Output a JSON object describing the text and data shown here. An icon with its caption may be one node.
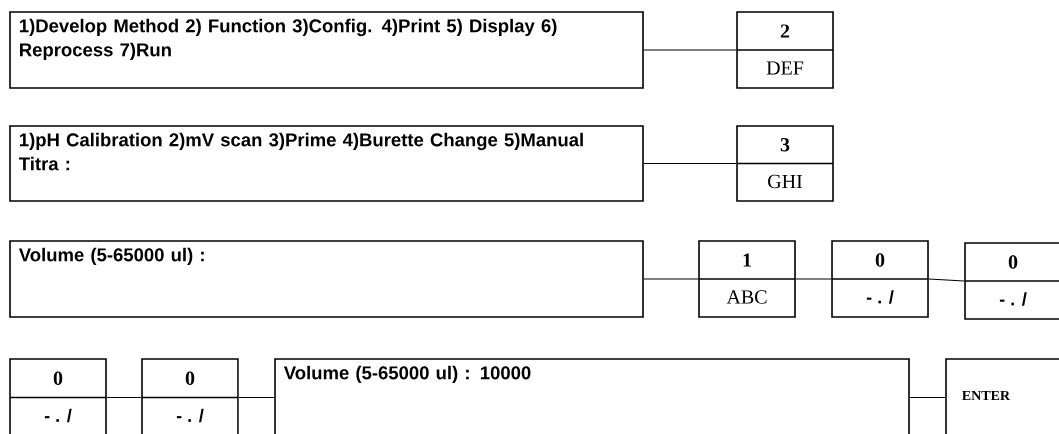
{
  "diagram": {
    "nodes": [
      {
        "text": [
          "1)Develop Method 2) Function 3)Config. 4)Print 5) Display 6) Reprocess 7)Run"
        ]
      },
      {
        "text": [
          "2",
          "DEF"
        ]
      },
      {
        "text": [
          "1)pH Calibration 2)mV scan 3)Prime 4)Burette Change 5)Manual Titra :"
        ]
      },
      {
        "text": [
          "3",
          "GHI"
        ]
      },
      {
        "text": [
          "Volume (5-65000 ul) :"
        ]
      },
      {
        "text": [
          "1",
          "ABC"
        ]
      },
      {
        "text": [
          "0",
          "- . /"
        ]
      },
      {
        "text": [
          "0",
          "- . /"
        ]
      },
      {
        "text": [
          "0",
          "- . /"
        ]
      },
      {
        "text": [
          "0",
          "- . /"
        ]
      },
      {
        "text": [
          "Volume (5-65000 ul) : 10000"
        ]
      },
      {
        "text": [
          "ENTER"
        ]
      }
    ],
    "edges": [
      {
        "from": 0,
        "to": 1,
        "arrow": "none"
      },
      {
        "from": 2,
        "to": 3,
        "arrow": "none"
      },
      {
        "from": 4,
        "to": 5,
        "arrow": "none"
      },
      {
        "from": 5,
        "to": 6,
        "arrow": "none"
      },
      {
        "from": 6,
        "to": 7,
        "arrow": "none"
      },
      {
        "from": 8,
        "to": 9,
        "arrow": "none"
      },
      {
        "from": 9,
        "to": 10,
        "arrow": "none"
      },
      {
        "from": 10,
        "to": 11,
        "arrow": "none"
      }
    ]
  }
}
